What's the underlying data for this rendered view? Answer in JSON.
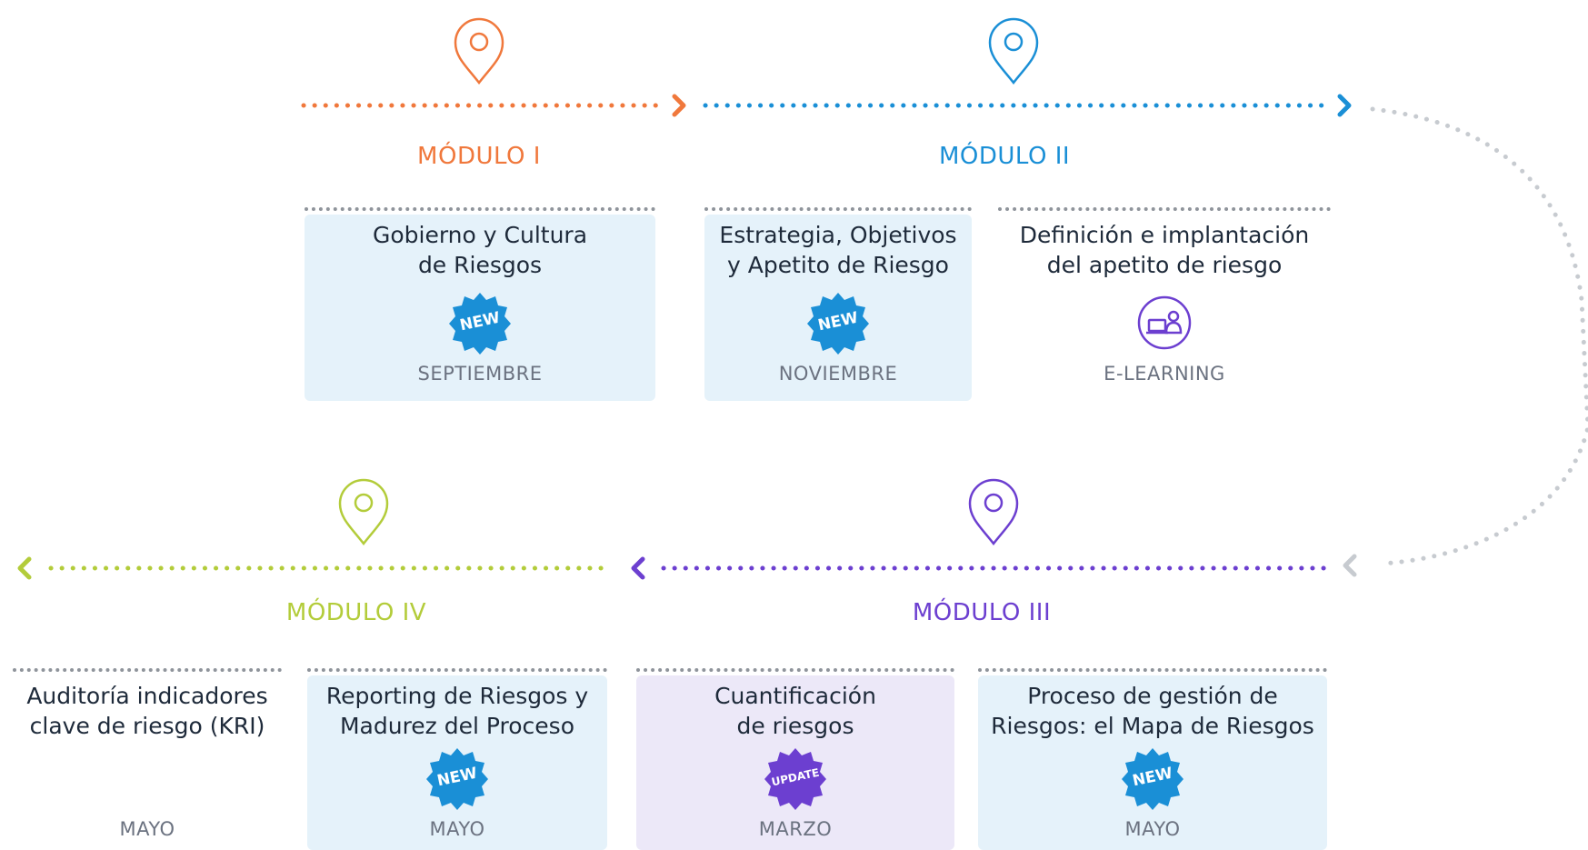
{
  "modules": [
    {
      "title": "MÓDULO I",
      "color": "#f0783c"
    },
    {
      "title": "MÓDULO II",
      "color": "#1a8fd6"
    },
    {
      "title": "MÓDULO III",
      "color": "#6c3fd0"
    },
    {
      "title": "MÓDULO IV",
      "color": "#b3cc3a"
    }
  ],
  "courses": [
    {
      "title_line1": "Gobierno y Cultura",
      "title_line2": "de Riesgos",
      "badge": "NEW",
      "date": "SEPTIEMBRE"
    },
    {
      "title_line1": "Estrategia, Objetivos",
      "title_line2": "y Apetito de Riesgo",
      "badge": "NEW",
      "date": "NOVIEMBRE"
    },
    {
      "title_line1": "Definición e implantación",
      "title_line2": "del apetito de riesgo",
      "badge": "",
      "icon": "elearning-icon",
      "date": "E-LEARNING"
    },
    {
      "title_line1": "Auditoría indicadores",
      "title_line2": "clave de riesgo (KRI)",
      "badge": "",
      "date": "MAYO"
    },
    {
      "title_line1": "Reporting de Riesgos y",
      "title_line2": "Madurez del Proceso",
      "badge": "NEW",
      "date": "MAYO"
    },
    {
      "title_line1": "Cuantificación",
      "title_line2": "de riesgos",
      "badge": "UPDATE",
      "date": "MARZO"
    },
    {
      "title_line1": "Proceso de gestión de",
      "title_line2": "Riesgos: el Mapa de Riesgos",
      "badge": "NEW",
      "date": "MAYO"
    }
  ],
  "colors": {
    "badge_blue": "#1a8fd6",
    "badge_violet": "#6c3fd0",
    "card_blue_bg": "#e5f2fa",
    "card_violet_bg": "#ece8f8",
    "connector_gray": "#c7cbd0"
  },
  "icons": [
    "location-pin-icon",
    "chevron-right-icon",
    "chevron-left-icon",
    "badge-burst-icon",
    "elearning-icon"
  ]
}
